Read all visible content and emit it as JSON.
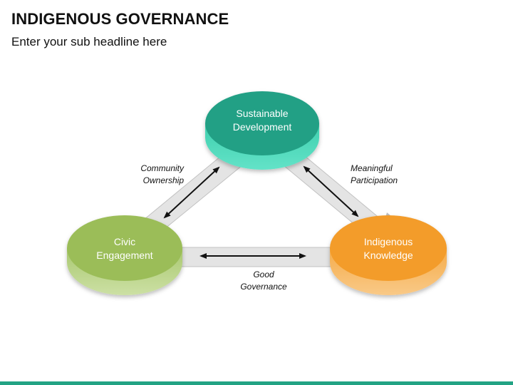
{
  "header": {
    "title": "INDIGENOUS GOVERNANCE",
    "subtitle": "Enter your sub headline here"
  },
  "theme": {
    "accent": "#22A384",
    "connector_fill": "#E4E4E4",
    "connector_edge": "#C2C2C2",
    "arrow": "#111111"
  },
  "nodes": [
    {
      "id": "sustainable-development",
      "line1": "Sustainable",
      "line2": "Development",
      "top_color": "#23A085",
      "side_color": "#5EE0C4"
    },
    {
      "id": "civic-engagement",
      "line1": "Civic",
      "line2": "Engagement",
      "top_color": "#9BBD59",
      "side_color": "#C5DB9A"
    },
    {
      "id": "indigenous-knowledge",
      "line1": "Indigenous",
      "line2": "Knowledge",
      "top_color": "#F39C2A",
      "side_color": "#F8C27A"
    }
  ],
  "connectors": [
    {
      "id": "community-ownership",
      "line1": "Community",
      "line2": "Ownership",
      "from": "Civic Engagement",
      "to": "Sustainable Development"
    },
    {
      "id": "meaningful-participation",
      "line1": "Meaningful",
      "line2": "Participation",
      "from": "Sustainable Development",
      "to": "Indigenous Knowledge"
    },
    {
      "id": "good-governance",
      "line1": "Good",
      "line2": "Governance",
      "from": "Civic Engagement",
      "to": "Indigenous Knowledge"
    }
  ]
}
